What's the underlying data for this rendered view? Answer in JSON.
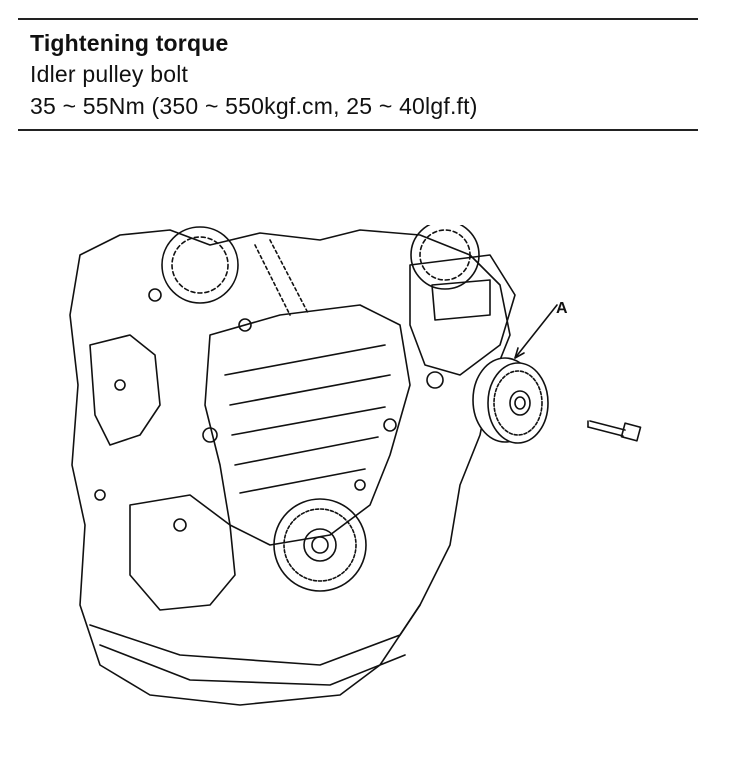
{
  "spec": {
    "heading": "Tightening torque",
    "item": "Idler pulley bolt",
    "value": "35 ~ 55Nm (350 ~ 550kgf.cm, 25 ~ 40lgf.ft)"
  },
  "figure": {
    "callout_label": "A"
  }
}
